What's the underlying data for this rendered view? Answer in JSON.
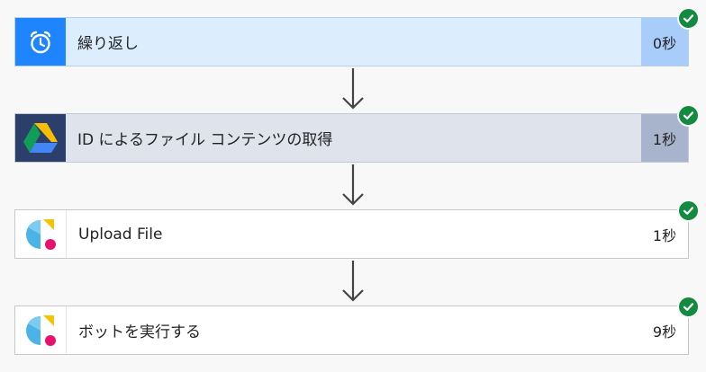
{
  "steps": [
    {
      "label": "繰り返し",
      "duration": "0秒",
      "icon": "alarm-clock-icon",
      "status": "success"
    },
    {
      "label": "ID によるファイル コンテンツの取得",
      "duration": "1秒",
      "icon": "google-drive-icon",
      "status": "success"
    },
    {
      "label": "Upload File",
      "duration": "1秒",
      "icon": "connector-logo-icon",
      "status": "success"
    },
    {
      "label": "ボットを実行する",
      "duration": "9秒",
      "icon": "connector-logo-icon",
      "status": "success"
    }
  ],
  "colors": {
    "success": "#128a40",
    "recurrence_accent": "#1f85ff",
    "drive_accent": "#2c3f6b"
  }
}
